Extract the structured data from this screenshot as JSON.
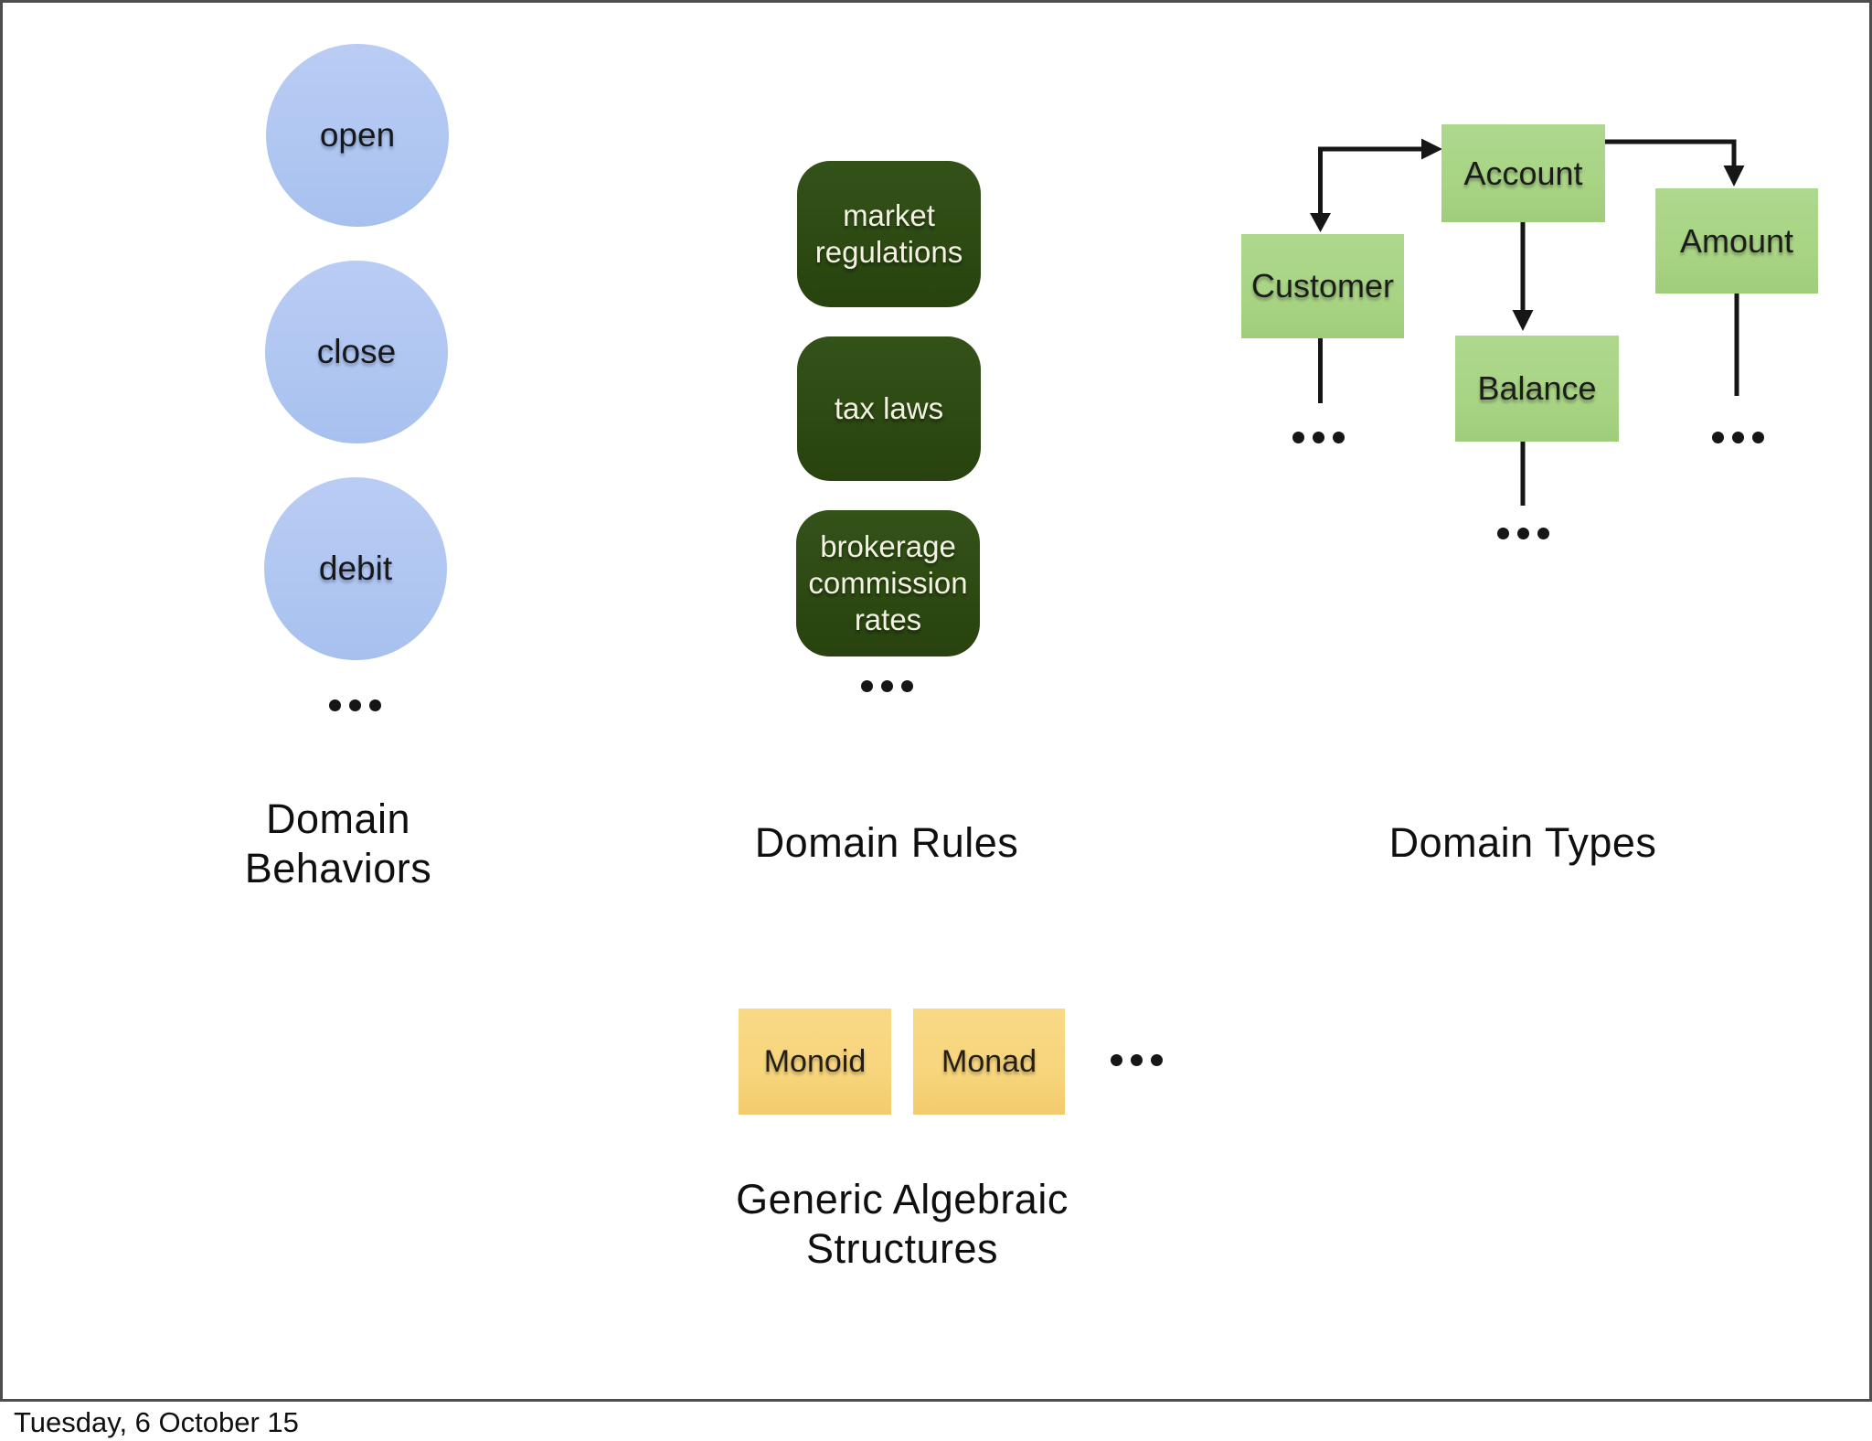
{
  "slide": {
    "sections": {
      "domain_behaviors": {
        "label": "Domain Behaviors",
        "items": [
          "open",
          "close",
          "debit"
        ]
      },
      "domain_rules": {
        "label": "Domain Rules",
        "items": [
          "market regulations",
          "tax laws",
          "brokerage commission rates"
        ]
      },
      "domain_types": {
        "label": "Domain Types",
        "nodes": {
          "account": "Account",
          "customer": "Customer",
          "amount": "Amount",
          "balance": "Balance"
        }
      },
      "generic_algebraic_structures": {
        "label": "Generic Algebraic Structures",
        "items": [
          "Monoid",
          "Monad"
        ]
      }
    }
  },
  "footer": {
    "date": "Tuesday, 6 October 15"
  },
  "icons": {
    "more_items": "ellipsis-dots"
  },
  "colors": {
    "behavior_circle": "#b0c7f1",
    "rule_box": "#2d4a12",
    "type_box": "#a8d484",
    "algebra_box": "#f7d57c",
    "connector": "#161616"
  }
}
